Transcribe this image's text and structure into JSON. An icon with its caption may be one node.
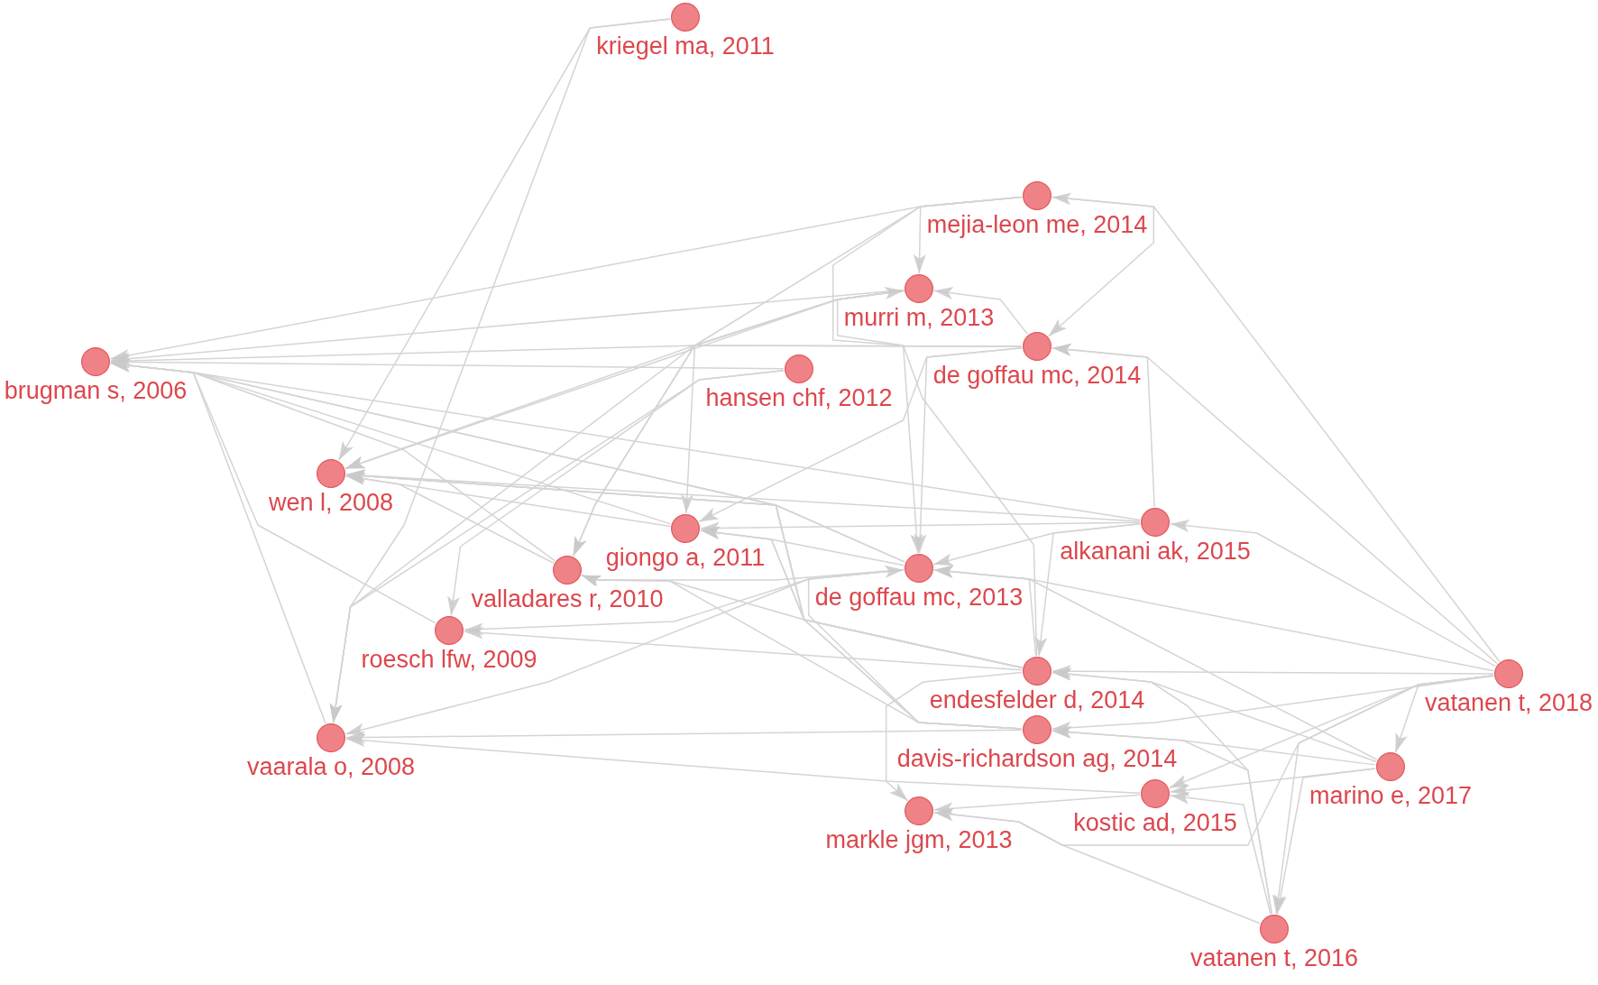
{
  "diagram": {
    "nodes": [
      {
        "text": [
          "kriegel ma, 2011"
        ]
      },
      {
        "text": [
          "mejia-leon me, 2014"
        ]
      },
      {
        "text": [
          "murri m, 2013"
        ]
      },
      {
        "text": [
          "de goffau mc, 2014"
        ]
      },
      {
        "text": [
          "brugman s, 2006"
        ]
      },
      {
        "text": [
          "hansen chf, 2012"
        ]
      },
      {
        "text": [
          "wen l, 2008"
        ]
      },
      {
        "text": [
          "alkanani ak, 2015"
        ]
      },
      {
        "text": [
          "giongo a, 2011"
        ]
      },
      {
        "text": [
          "valladares r, 2010"
        ]
      },
      {
        "text": [
          "de goffau mc, 2013"
        ]
      },
      {
        "text": [
          "roesch lfw, 2009"
        ]
      },
      {
        "text": [
          "endesfelder d, 2014"
        ]
      },
      {
        "text": [
          "vatanen t, 2018"
        ]
      },
      {
        "text": [
          "davis-richardson ag, 2014"
        ]
      },
      {
        "text": [
          "vaarala o, 2008"
        ]
      },
      {
        "text": [
          "marino e, 2017"
        ]
      },
      {
        "text": [
          "kostic ad, 2015"
        ]
      },
      {
        "text": [
          "markle jgm, 2013"
        ]
      },
      {
        "text": [
          "vatanen t, 2016"
        ]
      }
    ],
    "edges": [
      {
        "from": 0,
        "to": 6,
        "arrow": "to"
      },
      {
        "from": 0,
        "to": 15,
        "arrow": "to"
      },
      {
        "from": 1,
        "to": 4,
        "arrow": "to"
      },
      {
        "from": 1,
        "to": 2,
        "arrow": "to"
      },
      {
        "from": 1,
        "to": 9,
        "arrow": "to"
      },
      {
        "from": 1,
        "to": 10,
        "arrow": "to"
      },
      {
        "from": 1,
        "to": 3,
        "arrow": "to"
      },
      {
        "from": 2,
        "to": 4,
        "arrow": "to"
      },
      {
        "from": 2,
        "to": 6,
        "arrow": "to"
      },
      {
        "from": 2,
        "to": 9,
        "arrow": "to"
      },
      {
        "from": 2,
        "to": 8,
        "arrow": "to"
      },
      {
        "from": 2,
        "to": 15,
        "arrow": "to"
      },
      {
        "from": 3,
        "to": 4,
        "arrow": "to"
      },
      {
        "from": 3,
        "to": 6,
        "arrow": "to"
      },
      {
        "from": 3,
        "to": 2,
        "arrow": "to"
      },
      {
        "from": 3,
        "to": 8,
        "arrow": "to"
      },
      {
        "from": 3,
        "to": 10,
        "arrow": "to"
      },
      {
        "from": 5,
        "to": 4,
        "arrow": "to"
      },
      {
        "from": 5,
        "to": 11,
        "arrow": "to"
      },
      {
        "from": 5,
        "to": 15,
        "arrow": "to"
      },
      {
        "from": 7,
        "to": 4,
        "arrow": "to"
      },
      {
        "from": 7,
        "to": 6,
        "arrow": "to"
      },
      {
        "from": 7,
        "to": 8,
        "arrow": "to"
      },
      {
        "from": 7,
        "to": 10,
        "arrow": "to"
      },
      {
        "from": 7,
        "to": 3,
        "arrow": "to"
      },
      {
        "from": 7,
        "to": 12,
        "arrow": "to"
      },
      {
        "from": 8,
        "to": 4,
        "arrow": "to"
      },
      {
        "from": 8,
        "to": 6,
        "arrow": "to"
      },
      {
        "from": 9,
        "to": 4,
        "arrow": "to"
      },
      {
        "from": 9,
        "to": 6,
        "arrow": "to"
      },
      {
        "from": 10,
        "to": 4,
        "arrow": "to"
      },
      {
        "from": 10,
        "to": 6,
        "arrow": "to"
      },
      {
        "from": 10,
        "to": 8,
        "arrow": "to"
      },
      {
        "from": 10,
        "to": 9,
        "arrow": "to"
      },
      {
        "from": 10,
        "to": 11,
        "arrow": "to"
      },
      {
        "from": 10,
        "to": 15,
        "arrow": "to"
      },
      {
        "from": 11,
        "to": 4,
        "arrow": "to"
      },
      {
        "from": 12,
        "to": 2,
        "arrow": "to"
      },
      {
        "from": 12,
        "to": 6,
        "arrow": "to"
      },
      {
        "from": 12,
        "to": 8,
        "arrow": "to"
      },
      {
        "from": 12,
        "to": 9,
        "arrow": "to"
      },
      {
        "from": 12,
        "to": 10,
        "arrow": "to"
      },
      {
        "from": 12,
        "to": 11,
        "arrow": "to"
      },
      {
        "from": 12,
        "to": 18,
        "arrow": "to"
      },
      {
        "from": 13,
        "to": 1,
        "arrow": "to"
      },
      {
        "from": 13,
        "to": 3,
        "arrow": "to"
      },
      {
        "from": 13,
        "to": 7,
        "arrow": "to"
      },
      {
        "from": 13,
        "to": 10,
        "arrow": "to"
      },
      {
        "from": 13,
        "to": 12,
        "arrow": "to"
      },
      {
        "from": 13,
        "to": 14,
        "arrow": "to"
      },
      {
        "from": 13,
        "to": 16,
        "arrow": "to"
      },
      {
        "from": 13,
        "to": 17,
        "arrow": "to"
      },
      {
        "from": 13,
        "to": 19,
        "arrow": "to"
      },
      {
        "from": 14,
        "to": 6,
        "arrow": "to"
      },
      {
        "from": 14,
        "to": 8,
        "arrow": "to"
      },
      {
        "from": 14,
        "to": 9,
        "arrow": "to"
      },
      {
        "from": 14,
        "to": 10,
        "arrow": "to"
      },
      {
        "from": 14,
        "to": 15,
        "arrow": "to"
      },
      {
        "from": 15,
        "to": 4,
        "arrow": "to"
      },
      {
        "from": 16,
        "to": 12,
        "arrow": "to"
      },
      {
        "from": 16,
        "to": 14,
        "arrow": "to"
      },
      {
        "from": 16,
        "to": 17,
        "arrow": "to"
      },
      {
        "from": 16,
        "to": 10,
        "arrow": "to"
      },
      {
        "from": 16,
        "to": 19,
        "arrow": "to"
      },
      {
        "from": 17,
        "to": 18,
        "arrow": "to"
      },
      {
        "from": 17,
        "to": 15,
        "arrow": "to"
      },
      {
        "from": 19,
        "to": 18,
        "arrow": "to"
      },
      {
        "from": 19,
        "to": 17,
        "arrow": "to"
      },
      {
        "from": 19,
        "to": 12,
        "arrow": "to"
      },
      {
        "from": 19,
        "to": 14,
        "arrow": "to"
      },
      {
        "from": 13,
        "to": 18,
        "arrow": "to"
      },
      {
        "from": 12,
        "to": 4,
        "arrow": "to"
      }
    ]
  }
}
